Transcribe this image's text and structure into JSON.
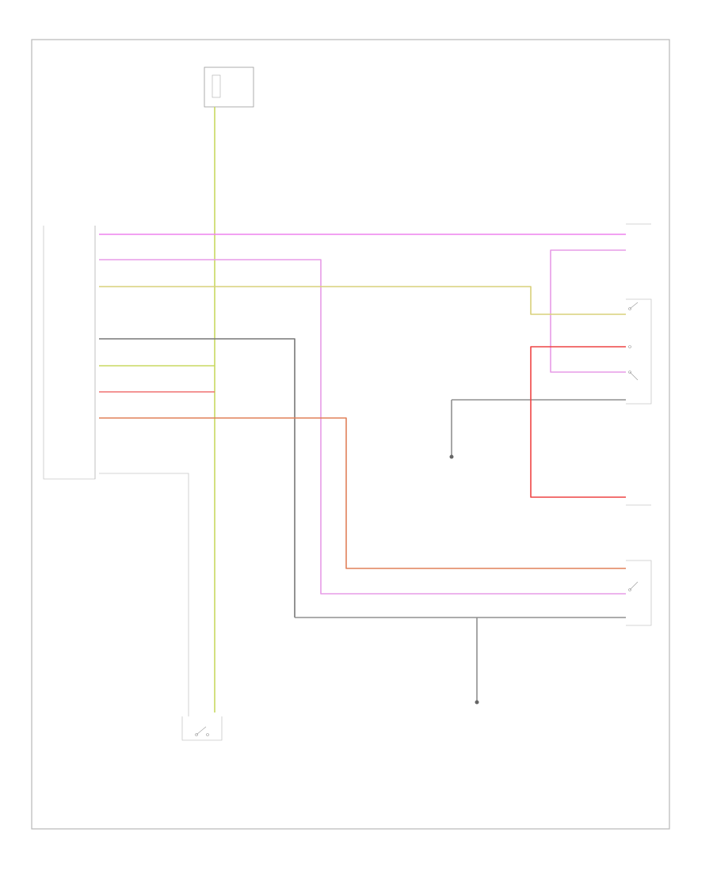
{
  "colors": {
    "frame": "#b8b8b8",
    "violet": "#ee82ee",
    "pink": "#e79be7",
    "tan": "#d8d07a",
    "yellow_green": "#c8d860",
    "black": "#777777",
    "red": "#ee4444",
    "red_light": "#f07070",
    "orange": "#e0805a",
    "ground": "#909090"
  },
  "diagram": {
    "footer_code": "",
    "components": [
      {
        "id": "fuse-box",
        "name": "",
        "lines": []
      },
      {
        "id": "transfer-case-module",
        "name": "",
        "lines": []
      },
      {
        "id": "lockout-switch",
        "name": "",
        "lines": []
      },
      {
        "id": "rear-locker",
        "name": "",
        "lines": []
      },
      {
        "id": "front-locker",
        "name": "",
        "lines": []
      },
      {
        "id": "actuator-motor",
        "name": "",
        "lines": []
      }
    ],
    "wires": [
      {
        "id": "yel-feed",
        "color": "yellow_green",
        "label": ""
      },
      {
        "id": "violet-top",
        "color": "violet",
        "label": ""
      },
      {
        "id": "pink-long",
        "color": "pink",
        "label": ""
      },
      {
        "id": "tan-wire",
        "color": "tan",
        "label": ""
      },
      {
        "id": "black-wire",
        "color": "black",
        "label": ""
      },
      {
        "id": "red-wire",
        "color": "red",
        "label": ""
      },
      {
        "id": "orange-wire",
        "color": "orange",
        "label": ""
      },
      {
        "id": "gray-wire",
        "color": "ground",
        "label": ""
      }
    ],
    "grounds": [
      {
        "id": "ground-1",
        "label": ""
      },
      {
        "id": "ground-2",
        "label": ""
      }
    ]
  }
}
